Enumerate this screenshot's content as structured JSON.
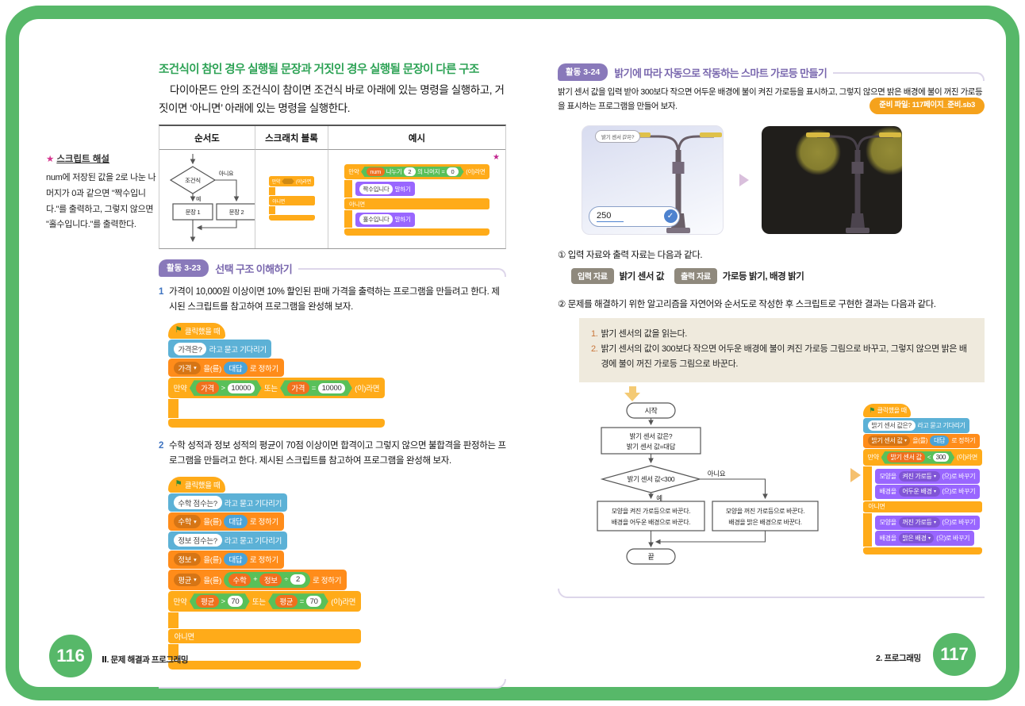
{
  "colors": {
    "frame_green": "#57b869",
    "heading_green": "#2ea356",
    "activity_purple": "#8979ba",
    "item_number_blue": "#3f74c1",
    "star_pink": "#d6368f",
    "algo_box_beige": "#efeadd",
    "prep_badge_orange": "#f5a21c",
    "io_badge_taupe": "#8f897d",
    "scratch_control_orange": "#ffab19",
    "scratch_variables_orange": "#ff8c1a",
    "scratch_sensing_blue": "#5cb1d6",
    "scratch_looks_purple": "#9966ff",
    "scratch_operators_green": "#59c059"
  },
  "left_page": {
    "heading": "조건식이 참인 경우 실행될 문장과 거짓인 경우 실행될 문장이 다른 구조",
    "intro": "다이아몬드 안의 조건식이 참이면 조건식 바로 아래에 있는 명령을 실행하고, 거짓이면 ‘아니면’ 아래에 있는 명령을 실행한다.",
    "sidebar": {
      "star": "★",
      "title": "스크립트 해설",
      "body": "num에 저장된 값을 2로 나눈 나머지가 0과 같으면 \"짝수입니다.\"를 출력하고, 그렇지 않으면 \"홀수입니다.\"를 출력한다."
    },
    "table": {
      "headers": [
        "순서도",
        "스크래치 블록",
        "예시"
      ],
      "example_star": "★"
    },
    "flowchart": {
      "cond": "조건식",
      "no": "아니요",
      "yes": "예",
      "box1": "문장 1",
      "box2": "문장 2"
    },
    "activity": {
      "badge": "활동 3-23",
      "title": "선택 구조 이해하기"
    },
    "items": [
      {
        "no": "1",
        "text": "가격이 10,000원 이상이면 10% 할인된 판매 가격을 출력하는 프로그램을 만들려고 한다. 제시된 스크립트를 참고하여 프로그램을 완성해 보자."
      },
      {
        "no": "2",
        "text": "수학 성적과 정보 성적의 평균이 70점 이상이면 합격이고 그렇지 않으면 불합격을 판정하는 프로그램을 만들려고 한다. 제시된 스크립트를 참고하여 프로그램을 완성해 보자."
      }
    ],
    "footer": {
      "page": "116",
      "chapter": "Ⅱ. 문제 해결과 프로그래밍"
    }
  },
  "right_page": {
    "activity": {
      "badge": "활동 3-24",
      "title": "밝기에 따라 자동으로 작동하는 스마트 가로등 만들기"
    },
    "intro": "밝기 센서 값을 입력 받아 300보다 작으면 어두운 배경에 불이 켜진 가로등을 표시하고, 그렇지 않으면 밝은 배경에 불이 꺼진 가로등을 표시하는 프로그램을 만들어 보자.",
    "prep_badge": "준비 파일: 117페이지_준비.sb3",
    "stage": {
      "bubble": "밝기 센서 값은?",
      "input_value": "250"
    },
    "step1": "① 입력 자료와 출력 자료는 다음과 같다.",
    "io": {
      "in_label": "입력 자료",
      "in_value": "밝기 센서 값",
      "out_label": "출력 자료",
      "out_value": "가로등 밝기, 배경 밝기"
    },
    "step2": "② 문제를 해결하기 위한 알고리즘을 자연어와 순서도로 작성한 후 스크립트로 구현한 결과는 다음과 같다.",
    "algorithm": [
      {
        "n": "1.",
        "t": "밝기 센서의 값을 읽는다."
      },
      {
        "n": "2.",
        "t": "밝기 센서의 값이 300보다 작으면 어두운 배경에 불이 켜진 가로등 그림으로 바꾸고, 그렇지 않으면 밝은 배경에 불이 꺼진 가로등 그림으로 바꾼다."
      }
    ],
    "flowchart": {
      "start": "시작",
      "io_line1": "밝기 센서 값은?",
      "io_line2": "밝기 센서 값=대답",
      "cond": "밝기 센서 값<300",
      "yes": "예",
      "no": "아니요",
      "then_line1": "모양을 켜진 가로등으로 바꾼다.",
      "then_line2": "배경을 어두운 배경으로 바꾼다.",
      "else_line1": "모양을 꺼진 가로등으로 바꾼다.",
      "else_line2": "배경을 밝은 배경으로 바꾼다.",
      "end": "끝"
    },
    "footer": {
      "page": "117",
      "section": "2. 프로그래밍"
    }
  },
  "scripts": {
    "glyph": [
      {
        "kind": "if",
        "parts": [
          {
            "t": "label",
            "v": "만약"
          },
          {
            "t": "hexph"
          },
          {
            "t": "label",
            "v": "(이)라면"
          }
        ]
      },
      {
        "kind": "body",
        "gap": 10
      },
      {
        "kind": "else",
        "label": "아니면"
      },
      {
        "kind": "body",
        "gap": 10
      },
      {
        "kind": "end"
      }
    ],
    "example": [
      {
        "kind": "if",
        "parts": [
          {
            "t": "label",
            "v": "만약"
          },
          {
            "t": "hex",
            "parts": [
              {
                "t": "var",
                "v": "num"
              },
              {
                "t": "label",
                "v": "나누기"
              },
              {
                "t": "num",
                "v": "2"
              },
              {
                "t": "label",
                "v": "의 나머지"
              },
              {
                "t": "label",
                "v": "="
              },
              {
                "t": "num",
                "v": "0"
              }
            ]
          },
          {
            "t": "label",
            "v": "(이)라면"
          }
        ]
      },
      {
        "kind": "body",
        "children": [
          {
            "kind": "stack",
            "color": "looks",
            "parts": [
              {
                "t": "oval",
                "v": "짝수입니다"
              },
              {
                "t": "label",
                "v": "말하기"
              }
            ]
          }
        ]
      },
      {
        "kind": "else",
        "label": "아니면"
      },
      {
        "kind": "body",
        "children": [
          {
            "kind": "stack",
            "color": "looks",
            "parts": [
              {
                "t": "oval",
                "v": "홀수입니다"
              },
              {
                "t": "label",
                "v": "말하기"
              }
            ]
          }
        ]
      },
      {
        "kind": "end"
      }
    ],
    "price": [
      {
        "kind": "hat",
        "color": "events",
        "parts": [
          {
            "t": "flag"
          },
          {
            "t": "label",
            "v": "클릭했을 때"
          }
        ]
      },
      {
        "kind": "stack",
        "color": "sensing",
        "parts": [
          {
            "t": "oval",
            "v": "가격은?"
          },
          {
            "t": "label",
            "v": "라고 묻고 기다리기"
          }
        ]
      },
      {
        "kind": "stack",
        "color": "variables",
        "parts": [
          {
            "t": "drop",
            "v": "가격"
          },
          {
            "t": "label",
            "v": "을(를)"
          },
          {
            "t": "ans",
            "v": "대답"
          },
          {
            "t": "label",
            "v": "로 정하기"
          }
        ]
      },
      {
        "kind": "if",
        "parts": [
          {
            "t": "label",
            "v": "만약"
          },
          {
            "t": "hex",
            "parts": [
              {
                "t": "var",
                "v": "가격"
              },
              {
                "t": "label",
                "v": ">"
              },
              {
                "t": "num",
                "v": "10000"
              }
            ]
          },
          {
            "t": "label",
            "v": "또는"
          },
          {
            "t": "hex",
            "parts": [
              {
                "t": "var",
                "v": "가격"
              },
              {
                "t": "label",
                "v": "="
              },
              {
                "t": "num",
                "v": "10000"
              }
            ]
          },
          {
            "t": "label",
            "v": "(이)라면"
          }
        ]
      },
      {
        "kind": "body",
        "gap": 24
      },
      {
        "kind": "end"
      }
    ],
    "grade": [
      {
        "kind": "hat",
        "color": "events",
        "parts": [
          {
            "t": "flag"
          },
          {
            "t": "label",
            "v": "클릭했을 때"
          }
        ]
      },
      {
        "kind": "stack",
        "color": "sensing",
        "parts": [
          {
            "t": "oval",
            "v": "수학 점수는?"
          },
          {
            "t": "label",
            "v": "라고 묻고 기다리기"
          }
        ]
      },
      {
        "kind": "stack",
        "color": "variables",
        "parts": [
          {
            "t": "drop",
            "v": "수학"
          },
          {
            "t": "label",
            "v": "을(를)"
          },
          {
            "t": "ans",
            "v": "대답"
          },
          {
            "t": "label",
            "v": "로 정하기"
          }
        ]
      },
      {
        "kind": "stack",
        "color": "sensing",
        "parts": [
          {
            "t": "oval",
            "v": "정보 점수는?"
          },
          {
            "t": "label",
            "v": "라고 묻고 기다리기"
          }
        ]
      },
      {
        "kind": "stack",
        "color": "variables",
        "parts": [
          {
            "t": "drop",
            "v": "정보"
          },
          {
            "t": "label",
            "v": "을(를)"
          },
          {
            "t": "ans",
            "v": "대답"
          },
          {
            "t": "label",
            "v": "로 정하기"
          }
        ]
      },
      {
        "kind": "stack",
        "color": "variables",
        "parts": [
          {
            "t": "drop",
            "v": "평균"
          },
          {
            "t": "label",
            "v": "을(를)"
          },
          {
            "t": "op",
            "parts": [
              {
                "t": "var",
                "v": "수학"
              },
              {
                "t": "label",
                "v": "+"
              },
              {
                "t": "var",
                "v": "정보"
              },
              {
                "t": "label",
                "v": "÷"
              },
              {
                "t": "num",
                "v": "2"
              }
            ]
          },
          {
            "t": "label",
            "v": "로 정하기"
          }
        ]
      },
      {
        "kind": "if",
        "parts": [
          {
            "t": "label",
            "v": "만약"
          },
          {
            "t": "hex",
            "parts": [
              {
                "t": "var",
                "v": "평균"
              },
              {
                "t": "label",
                "v": ">"
              },
              {
                "t": "num",
                "v": "70"
              }
            ]
          },
          {
            "t": "label",
            "v": "또는"
          },
          {
            "t": "hex",
            "parts": [
              {
                "t": "var",
                "v": "평균"
              },
              {
                "t": "label",
                "v": "="
              },
              {
                "t": "num",
                "v": "70"
              }
            ]
          },
          {
            "t": "label",
            "v": "(이)라면"
          }
        ]
      },
      {
        "kind": "body",
        "gap": 20
      },
      {
        "kind": "else",
        "label": "아니면"
      },
      {
        "kind": "body",
        "gap": 20
      },
      {
        "kind": "end"
      }
    ],
    "lamp": [
      {
        "kind": "hat",
        "color": "events",
        "parts": [
          {
            "t": "flag"
          },
          {
            "t": "label",
            "v": "클릭했을 때"
          }
        ]
      },
      {
        "kind": "stack",
        "color": "sensing",
        "parts": [
          {
            "t": "oval",
            "v": "밝기 센서 값은?"
          },
          {
            "t": "label",
            "v": "라고 묻고 기다리기"
          }
        ]
      },
      {
        "kind": "stack",
        "color": "variables",
        "parts": [
          {
            "t": "drop",
            "v": "밝기 센서 값"
          },
          {
            "t": "label",
            "v": "을(를)"
          },
          {
            "t": "ans",
            "v": "대답"
          },
          {
            "t": "label",
            "v": "로 정하기"
          }
        ]
      },
      {
        "kind": "if",
        "parts": [
          {
            "t": "label",
            "v": "만약"
          },
          {
            "t": "hex",
            "parts": [
              {
                "t": "var",
                "v": "밝기 센서 값"
              },
              {
                "t": "label",
                "v": "<"
              },
              {
                "t": "num",
                "v": "300"
              }
            ]
          },
          {
            "t": "label",
            "v": "(이)라면"
          }
        ]
      },
      {
        "kind": "body",
        "children": [
          {
            "kind": "stack",
            "color": "looks",
            "parts": [
              {
                "t": "label",
                "v": "모양을"
              },
              {
                "t": "drop",
                "v": "켜진 가로등"
              },
              {
                "t": "label",
                "v": "(으)로 바꾸기"
              }
            ]
          },
          {
            "kind": "stack",
            "color": "looks",
            "parts": [
              {
                "t": "label",
                "v": "배경을"
              },
              {
                "t": "drop",
                "v": "어두운 배경"
              },
              {
                "t": "label",
                "v": "(으)로 바꾸기"
              }
            ]
          }
        ]
      },
      {
        "kind": "else",
        "label": "아니면"
      },
      {
        "kind": "body",
        "children": [
          {
            "kind": "stack",
            "color": "looks",
            "parts": [
              {
                "t": "label",
                "v": "모양을"
              },
              {
                "t": "drop",
                "v": "꺼진 가로등"
              },
              {
                "t": "label",
                "v": "(으)로 바꾸기"
              }
            ]
          },
          {
            "kind": "stack",
            "color": "looks",
            "parts": [
              {
                "t": "label",
                "v": "배경을"
              },
              {
                "t": "drop",
                "v": "밝은 배경"
              },
              {
                "t": "label",
                "v": "(으)로 바꾸기"
              }
            ]
          }
        ]
      },
      {
        "kind": "end"
      }
    ]
  }
}
